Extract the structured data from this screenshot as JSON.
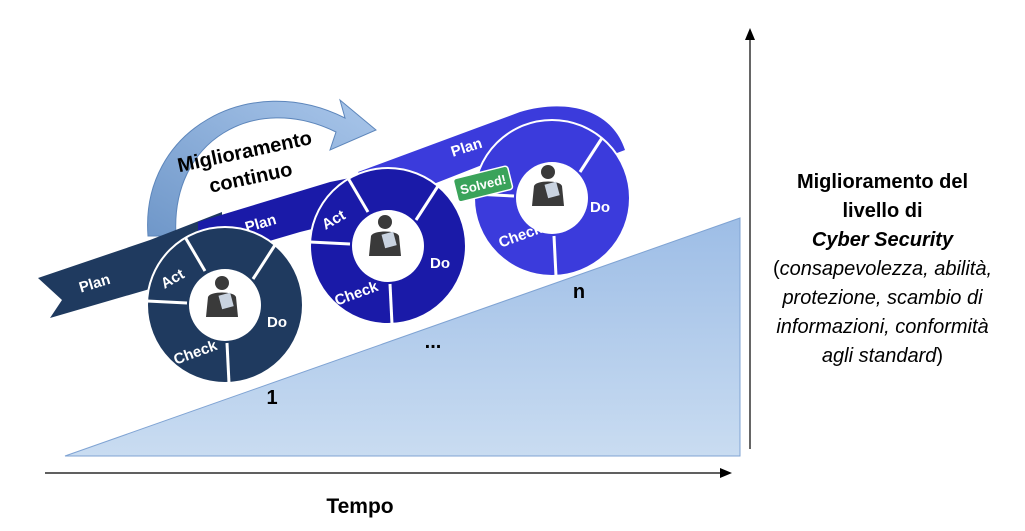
{
  "cycle_labels": {
    "plan": "Plan",
    "act": "Act",
    "check": "Check",
    "do": "Do"
  },
  "arrow_labels": {
    "plan_first": "Plan",
    "plan_second": "Plan",
    "plan_third": "Plan"
  },
  "improvement_label": {
    "line1": "Miglioramento",
    "line2": "continuo"
  },
  "solved_badge": "Solved!",
  "step_markers": {
    "first": "1",
    "middle": "...",
    "last": "n"
  },
  "x_axis_label": "Tempo",
  "y_axis_text": {
    "line1": "Miglioramento del",
    "line2": "livello di",
    "line3": "Cyber Security",
    "open_paren": "(",
    "line4": "consapevolezza, abilità,",
    "line5": "protezione, scambio di",
    "line6": "informazioni, conformità",
    "line7": "agli standard",
    "close_paren": ")"
  },
  "colors": {
    "dark_navy": "#1f3a5f",
    "mid_blue": "#1a1aa8",
    "bright_blue": "#3b3bdc",
    "ramp_light": "#b6cdea",
    "ramp_dark": "#7ea6d8",
    "curve_arrow": "#8fb3df",
    "solved_green": "#3aa35a"
  }
}
